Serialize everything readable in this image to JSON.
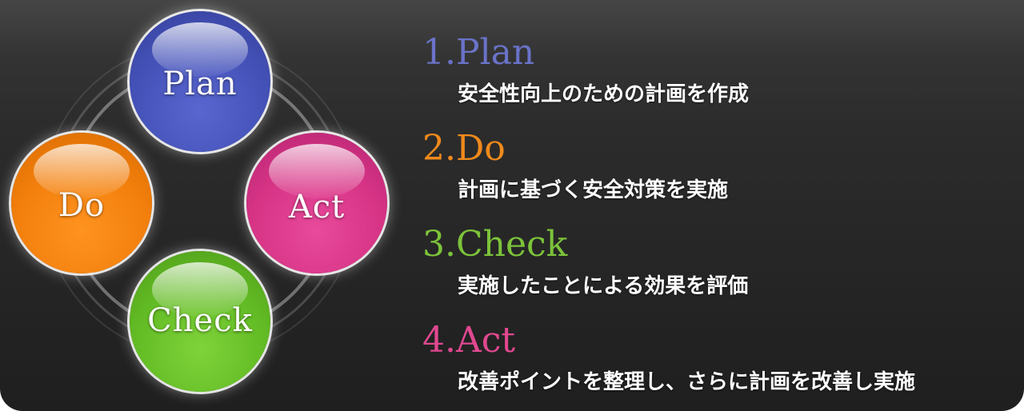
{
  "diagram": {
    "nodes": [
      {
        "label": "Plan",
        "color": "#4452b8"
      },
      {
        "label": "Do",
        "color": "#f27f0c"
      },
      {
        "label": "Act",
        "color": "#d63385"
      },
      {
        "label": "Check",
        "color": "#62bb24"
      }
    ]
  },
  "steps": [
    {
      "title": "1.Plan",
      "description": "安全性向上のための計画を作成",
      "color": "#6a73c8"
    },
    {
      "title": "2.Do",
      "description": "計画に基づく安全対策を実施",
      "color": "#f08a1c"
    },
    {
      "title": "3.Check",
      "description": "実施したことによる効果を評価",
      "color": "#7cc33a"
    },
    {
      "title": "4.Act",
      "description": "改善ポイントを整理し、さらに計画を改善し実施",
      "color": "#e0488f"
    }
  ]
}
